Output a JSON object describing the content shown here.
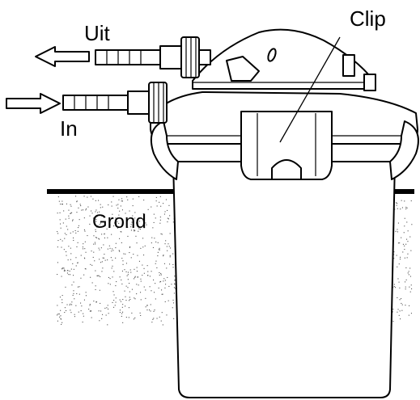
{
  "labels": {
    "outlet": "Uit",
    "inlet": "In",
    "clip": "Clip",
    "ground": "Grond"
  },
  "colors": {
    "line": "#000000",
    "background": "#ffffff",
    "soil_speckle": "#555555"
  },
  "icons": {
    "outlet_arrow": "arrow-left-icon",
    "inlet_arrow": "arrow-right-icon"
  }
}
